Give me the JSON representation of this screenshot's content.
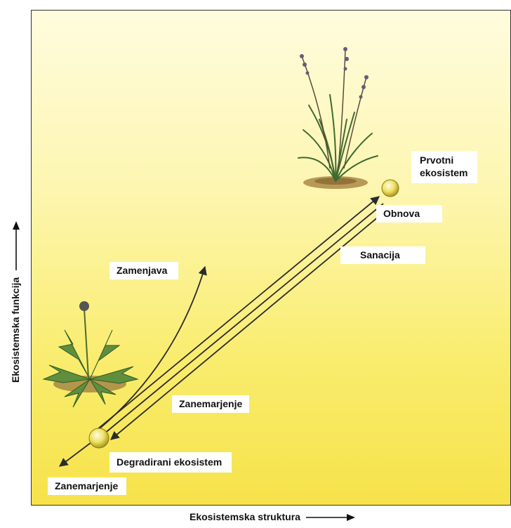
{
  "diagram": {
    "axes": {
      "x_label": "Ekosistemska struktura",
      "y_label": "Ekosistemska funkcija"
    },
    "nodes": {
      "original": "Prvotni\nekosistem",
      "degraded": "Degradirani ekosistem"
    },
    "labels": {
      "replacement": "Zamenjava",
      "restoration": "Obnova",
      "rehabilitation": "Sanacija",
      "neglect_middle": "Zanemarjenje",
      "neglect_bottom": "Zanemarjenje"
    },
    "colors": {
      "background_top": "#fffcde",
      "background_bottom": "#f6e24a",
      "arrow": "#2b2b2b",
      "node": "#f2e24c"
    },
    "icons": [
      "grass-plant-icon",
      "dandelion-plant-icon"
    ]
  }
}
